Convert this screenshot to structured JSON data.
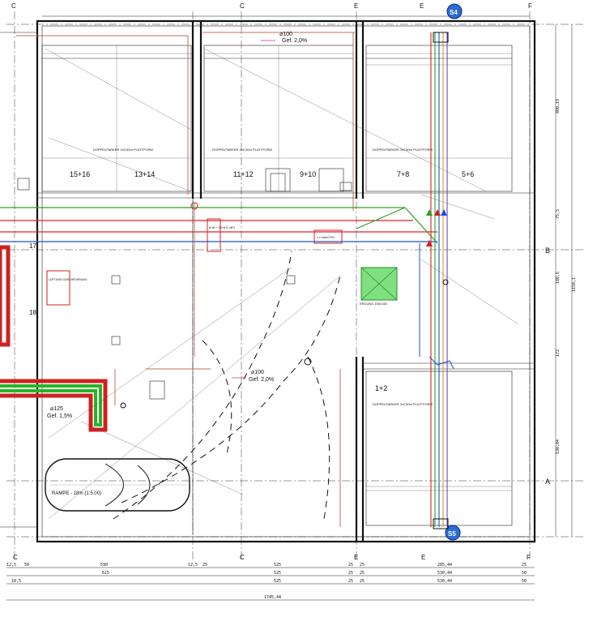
{
  "drawing": {
    "grid_axes": {
      "top": [
        "C",
        "C",
        "E",
        "E",
        "F"
      ],
      "bottom": [
        "C",
        "C",
        "E",
        "E",
        "F"
      ],
      "right": [
        "B",
        "A"
      ]
    },
    "parking_bays": [
      "15+16",
      "13+14",
      "11+12",
      "9+10",
      "7+8",
      "5+6",
      "1+2"
    ],
    "duplex_label": "DOPPELPARKER\n2x2,50m PLATTFORM",
    "ramp_label": "RAMPE - 18% (1:5.00)",
    "slope_top": {
      "diameter": "⌀100",
      "slope": "Gef. 2,0%"
    },
    "slope_mid": {
      "diameter": "⌀100",
      "slope": "Gef. 2,0%"
    },
    "slope_left": {
      "diameter": "⌀125",
      "slope": "Gef. 1,5%"
    },
    "riser_markers": [
      "S4",
      "S5"
    ],
    "room_labels": [
      "17",
      "18"
    ],
    "shaft_label": "ERDUNG\n150x150",
    "red_labels": [
      "2 x Kabel PVC",
      "LÜFTUNG\nDURCHFÜHRUNG",
      "Ø 60 + 2 0 MTL.MPL"
    ],
    "bottom_dims_row1": [
      "12,5",
      "50",
      "590",
      "12,5",
      "25",
      "525",
      "25",
      "25",
      "285,44",
      "25"
    ],
    "bottom_dims_row2": [
      "615",
      "525",
      "25",
      "25",
      "530,44",
      "50"
    ],
    "bottom_dims_row3": [
      "18,5",
      "525",
      "25",
      "25",
      "530,44",
      "50"
    ],
    "total_dim": "1745,44",
    "right_dims": [
      "400,19",
      "75,5",
      "180,6",
      "172",
      "1150,1",
      "530,04"
    ]
  }
}
